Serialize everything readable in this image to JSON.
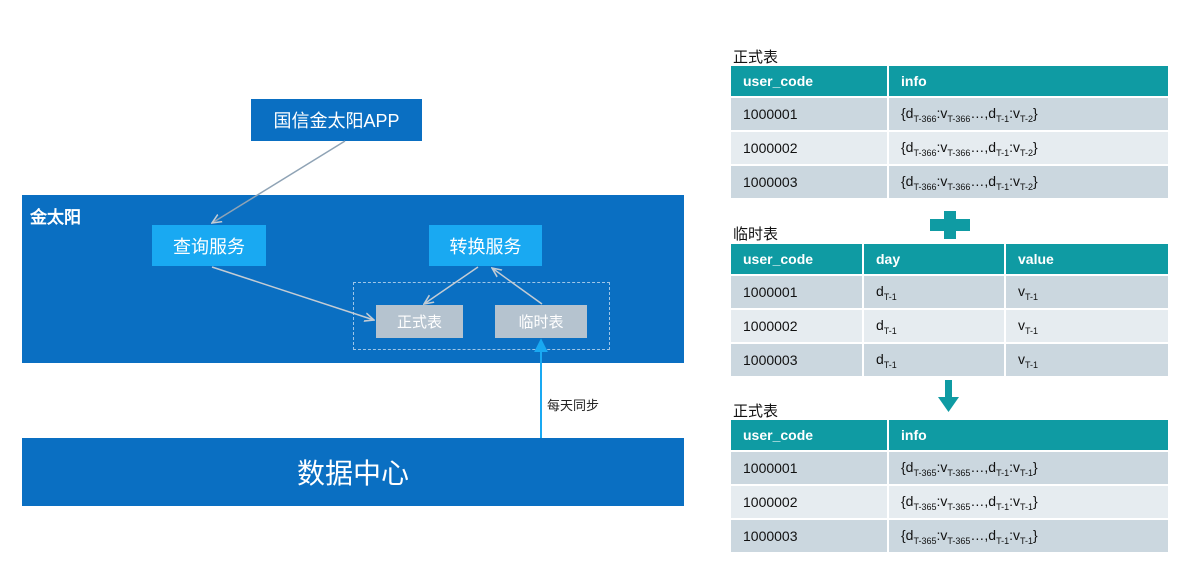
{
  "diagram": {
    "app": "国信金太阳APP",
    "system_title": "金太阳",
    "query_service": "查询服务",
    "convert_service": "转换服务",
    "formal_table": "正式表",
    "temp_table": "临时表",
    "data_center": "数据中心",
    "sync_label": "每天同步"
  },
  "tables": {
    "before": {
      "title": "正式表",
      "headers": [
        "user_code",
        "info"
      ],
      "rows": [
        {
          "code": "1000001",
          "d_from": "T-366",
          "v_from": "T-366",
          "d_to": "T-1",
          "v_to": "T-2"
        },
        {
          "code": "1000002",
          "d_from": "T-366",
          "v_from": "T-366",
          "d_to": "T-1",
          "v_to": "T-2"
        },
        {
          "code": "1000003",
          "d_from": "T-366",
          "v_from": "T-366",
          "d_to": "T-1",
          "v_to": "T-2"
        }
      ]
    },
    "temp": {
      "title": "临时表",
      "headers": [
        "user_code",
        "day",
        "value"
      ],
      "rows": [
        {
          "code": "1000001",
          "day_sub": "T-1",
          "value_sub": "T-1"
        },
        {
          "code": "1000002",
          "day_sub": "T-1",
          "value_sub": "T-1"
        },
        {
          "code": "1000003",
          "day_sub": "T-1",
          "value_sub": "T-1"
        }
      ]
    },
    "after": {
      "title": "正式表",
      "headers": [
        "user_code",
        "info"
      ],
      "rows": [
        {
          "code": "1000001",
          "d_from": "T-365",
          "v_from": "T-365",
          "d_to": "T-1",
          "v_to": "T-1"
        },
        {
          "code": "1000002",
          "d_from": "T-365",
          "v_from": "T-365",
          "d_to": "T-1",
          "v_to": "T-1"
        },
        {
          "code": "1000003",
          "d_from": "T-365",
          "v_from": "T-365",
          "d_to": "T-1",
          "v_to": "T-1"
        }
      ]
    }
  },
  "symbols": {
    "plus": "plus-icon",
    "down_arrow": "down-arrow-icon"
  },
  "colors": {
    "primary_blue": "#0a6fc2",
    "light_blue": "#19a9f2",
    "gray_box": "#b5c3cf",
    "teal": "#0f9ba3",
    "row_dark": "#cbd7df",
    "row_light": "#e6ecf0"
  }
}
